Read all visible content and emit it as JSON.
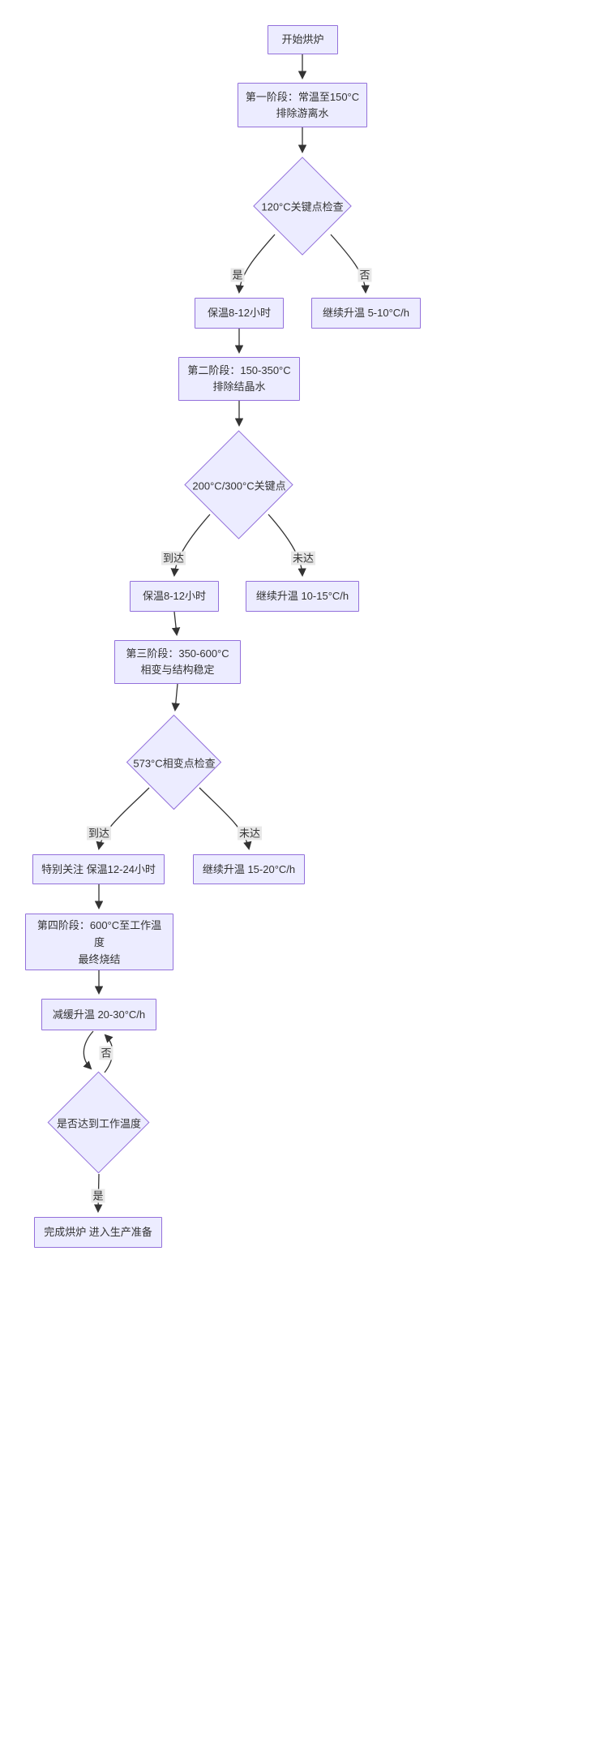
{
  "flowchart": {
    "description": "furnace-drying-process-flowchart",
    "colors": {
      "node_fill": "#ECECFF",
      "node_border": "#9370DB",
      "edge_line": "#333333",
      "edge_label_bg": "#e8e8e8",
      "text": "#333333",
      "background": "#ffffff"
    },
    "nodes": {
      "start": {
        "label": "开始烘炉"
      },
      "stage1": {
        "line1": "第一阶段：常温至150°C",
        "line2": "排除游离水"
      },
      "check_120": {
        "label": "120°C关键点检查"
      },
      "hold_1": {
        "label": "保温8-12小时"
      },
      "continue_1": {
        "label": "继续升温 5-10°C/h"
      },
      "stage2": {
        "line1": "第二阶段：150-350°C",
        "line2": "排除结晶水"
      },
      "check_200_300": {
        "label": "200°C/300°C关键点"
      },
      "hold_2": {
        "label": "保温8-12小时"
      },
      "continue_2": {
        "label": "继续升温 10-15°C/h"
      },
      "stage3": {
        "line1": "第三阶段：350-600°C",
        "line2": "相变与结构稳定"
      },
      "check_573": {
        "label": "573°C相变点检查"
      },
      "special_hold": {
        "label": "特别关注 保温12-24小时"
      },
      "continue_3": {
        "label": "继续升温 15-20°C/h"
      },
      "stage4": {
        "line1": "第四阶段：600°C至工作温",
        "line2": "度",
        "line3": "最终烧结"
      },
      "slow_heating": {
        "label": "减缓升温 20-30°C/h"
      },
      "check_work_temp": {
        "label": "是否达到工作温度"
      },
      "finish": {
        "label": "完成烘炉 进入生产准备"
      }
    },
    "edge_labels": {
      "d1_yes": "是",
      "d1_no": "否",
      "d2_reached": "到达",
      "d2_not_reached": "未达",
      "d3_reached": "到达",
      "d3_not_reached": "未达",
      "d4_no": "否",
      "d4_yes": "是"
    }
  }
}
